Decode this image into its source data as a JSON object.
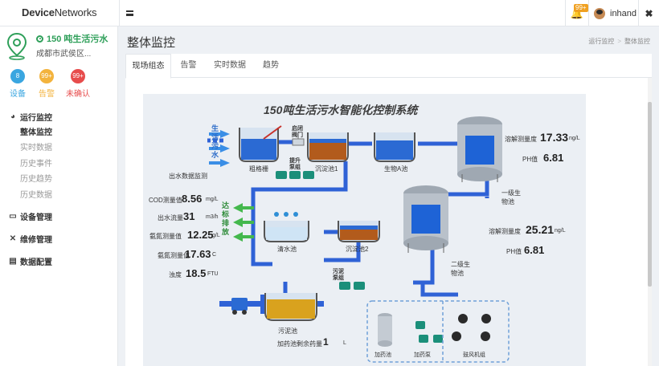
{
  "header": {
    "logo_bold": "Device",
    "logo_light": "Networks",
    "notification_badge": "99+",
    "username": "inhand"
  },
  "sidebar": {
    "site_name": "150 吨生活污水",
    "site_address": "成都市武侯区...",
    "stats": [
      {
        "value": "8",
        "label": "设备",
        "color": "#3aa6e0"
      },
      {
        "value": "99+",
        "label": "告警",
        "color": "#f3b33d"
      },
      {
        "value": "99+",
        "label": "未确认",
        "color": "#e74c4c"
      }
    ],
    "nav": {
      "monitor": {
        "label": "运行监控",
        "items": [
          "整体监控",
          "实时数据",
          "历史事件",
          "历史趋势",
          "历史数据"
        ]
      },
      "device_mgmt": "设备管理",
      "maintenance": "维修管理",
      "data_config": "数据配置"
    }
  },
  "page": {
    "title": "整体监控",
    "breadcrumb": [
      "运行监控",
      "整体监控"
    ],
    "tabs": [
      "现场组态",
      "告警",
      "实时数据",
      "趋势"
    ]
  },
  "diagram": {
    "title": "150吨生活污水智能化控制系统",
    "inlet_label": [
      "生",
      "活",
      "污",
      "水"
    ],
    "discharge_label": [
      "达",
      "标",
      "排",
      "放"
    ],
    "units": {
      "grille": "粗格栅",
      "valve": [
        "启闭",
        "阀门"
      ],
      "lift_pump": [
        "提升",
        "泵组"
      ],
      "settling1": "沉淀池1",
      "bioA": "生物A池",
      "clear": "清水池",
      "settling2": "沉淀池2",
      "bio1": [
        "一级生",
        "物池"
      ],
      "bio2": [
        "二级生",
        "物池"
      ],
      "sludge_pump": [
        "污泥",
        "泵组"
      ],
      "sludge_tank": "污泥池",
      "dosing_tank": "加药池",
      "dosing_pump": "加药泵",
      "blower": "鼓风机组"
    },
    "outlet_title": "出水数据监测",
    "outlet": [
      {
        "label": "COD测量值",
        "value": "8.56",
        "unit": "mg/L"
      },
      {
        "label": "出水流量",
        "value": "31",
        "unit": "m3/h"
      },
      {
        "label": "氨氮测量值",
        "value": "12.25",
        "unit": "g/L"
      },
      {
        "label": "氨氮测量值",
        "value": "17.63",
        "unit": "C"
      },
      {
        "label": "浊度",
        "value": "18.5",
        "unit": "FTU"
      }
    ],
    "bio1_data": [
      {
        "label": "溶解测量度",
        "value": "17.33",
        "unit": "ng/L"
      },
      {
        "label": "PH值",
        "value": "6.81",
        "unit": ""
      }
    ],
    "bio2_data": [
      {
        "label": "溶解测量度",
        "value": "25.21",
        "unit": "ng/L"
      },
      {
        "label": "PH值",
        "value": "6.81",
        "unit": ""
      }
    ],
    "dosing_remaining": {
      "label": "加药池剩余药量",
      "value": "1",
      "unit": "L"
    }
  }
}
